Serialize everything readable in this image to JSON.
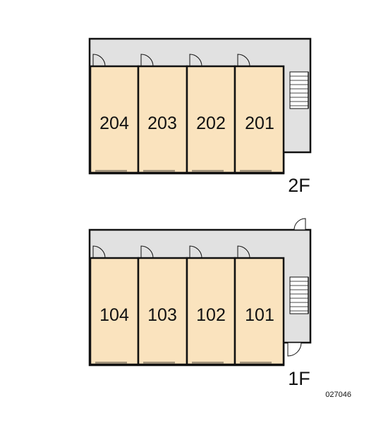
{
  "colors": {
    "corridor": "#e1e1e1",
    "unit": "#fae3be",
    "wall": "#111111",
    "stair_fill": "#ffffff"
  },
  "floors": [
    {
      "label": "2F",
      "units": [
        "204",
        "203",
        "202",
        "201"
      ],
      "has_entry_door": false
    },
    {
      "label": "1F",
      "units": [
        "104",
        "103",
        "102",
        "101"
      ],
      "has_entry_door": true
    }
  ],
  "code": "027046"
}
